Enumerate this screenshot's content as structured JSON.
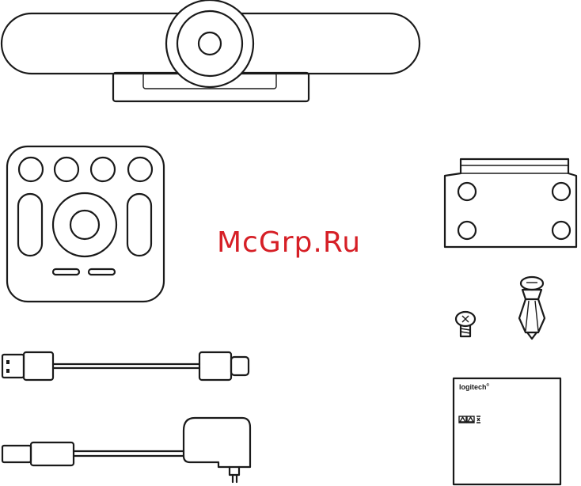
{
  "watermark": {
    "text": "McGrp.Ru",
    "color": "#d61f26"
  },
  "guide": {
    "brand": "logitech",
    "trademark": "®"
  },
  "items": [
    {
      "name": "camera",
      "icon": "conference-camera-icon"
    },
    {
      "name": "remote",
      "icon": "remote-control-icon"
    },
    {
      "name": "mounting-bracket",
      "icon": "wall-bracket-icon"
    },
    {
      "name": "screw",
      "icon": "screw-icon"
    },
    {
      "name": "wall-anchor",
      "icon": "wall-anchor-icon"
    },
    {
      "name": "usb-cable",
      "icon": "usb-cable-icon"
    },
    {
      "name": "power-adapter",
      "icon": "power-adapter-icon"
    },
    {
      "name": "documentation",
      "icon": "documentation-icon"
    }
  ]
}
